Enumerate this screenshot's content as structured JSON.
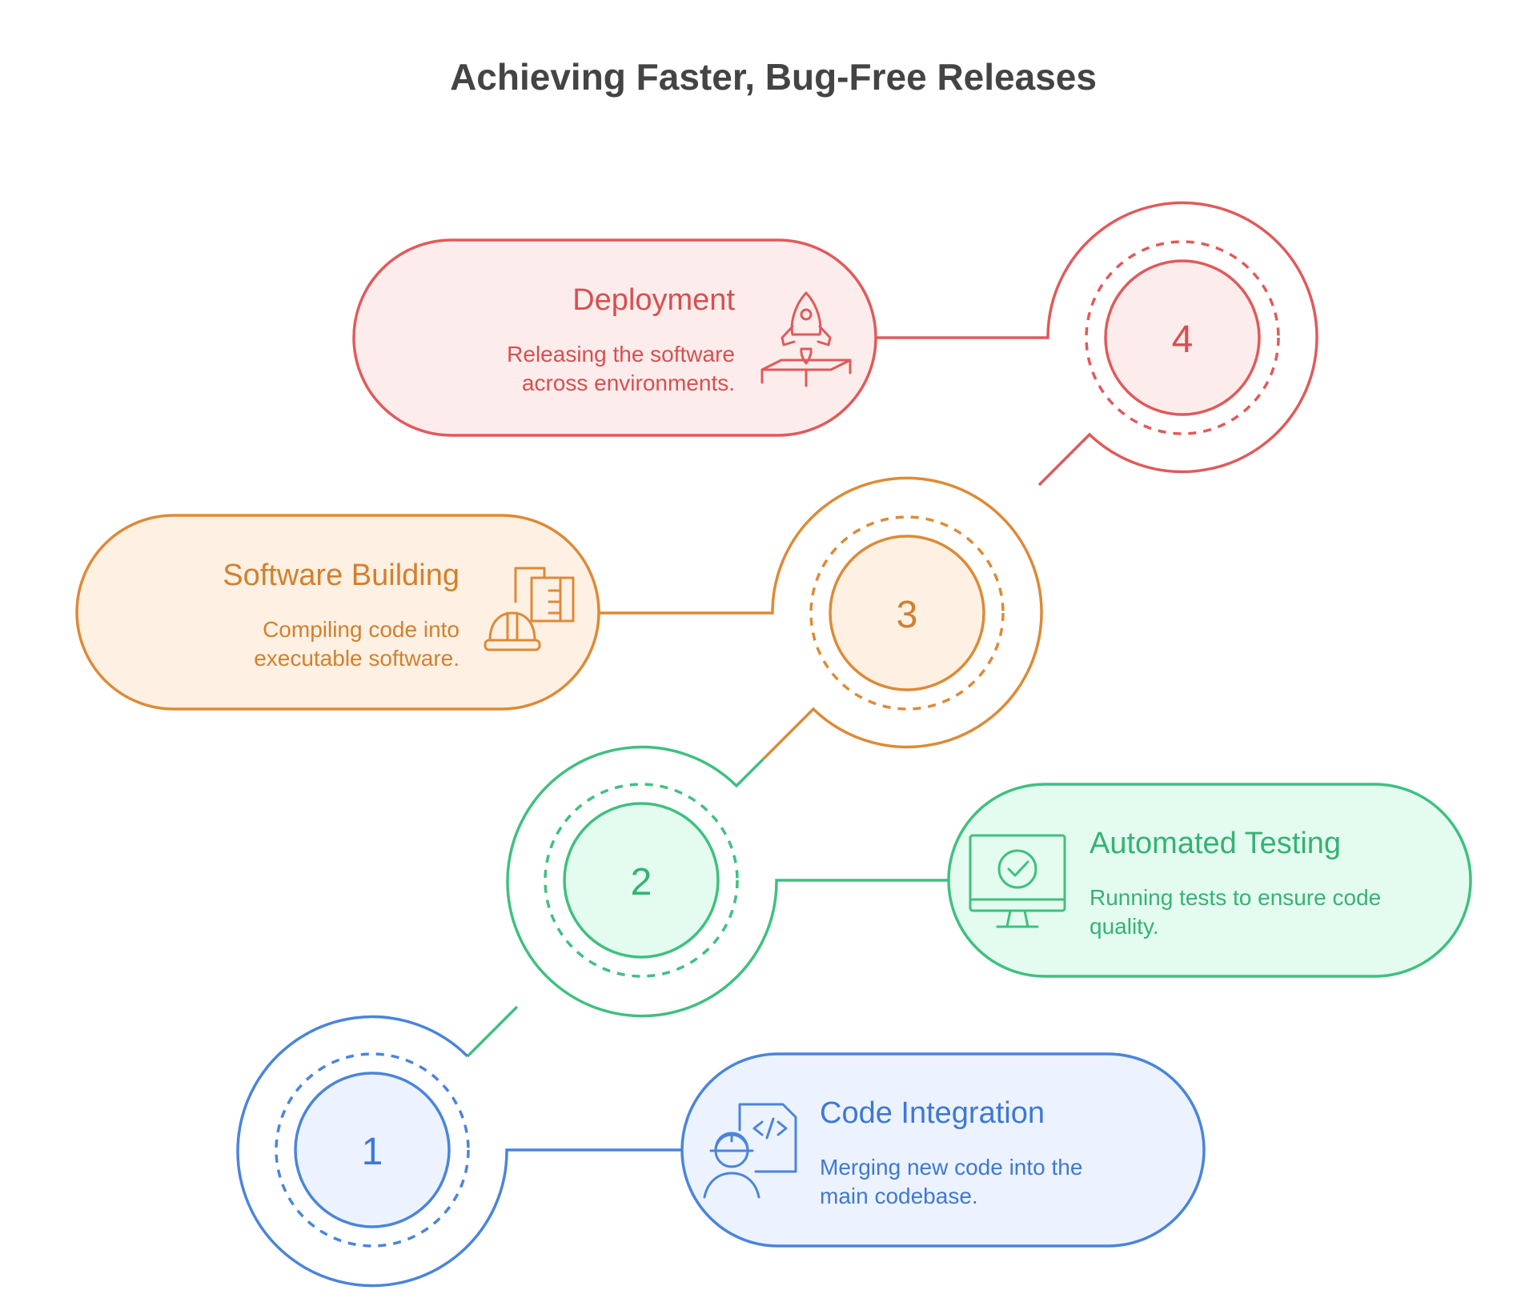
{
  "title": "Achieving Faster, Bug-Free Releases",
  "steps": [
    {
      "number": "1",
      "heading": "Code Integration",
      "desc_lines": [
        "Merging new code into the",
        "main codebase."
      ],
      "icon": "developer-code-icon",
      "colors": {
        "stroke": "#4a84dc",
        "fill": "#ecf3fe",
        "text": "#3f78d4"
      }
    },
    {
      "number": "2",
      "heading": "Automated Testing",
      "desc_lines": [
        "Running tests to ensure code",
        "quality."
      ],
      "icon": "monitor-check-icon",
      "colors": {
        "stroke": "#3fc07f",
        "fill": "#e4fbef",
        "text": "#34b374"
      }
    },
    {
      "number": "3",
      "heading": "Software Building",
      "desc_lines": [
        "Compiling code into",
        "executable software."
      ],
      "icon": "hardhat-building-icon",
      "colors": {
        "stroke": "#dd8a36",
        "fill": "#fef0e3",
        "text": "#d3802c"
      }
    },
    {
      "number": "4",
      "heading": "Deployment",
      "desc_lines": [
        "Releasing the software",
        "across environments."
      ],
      "icon": "rocket-launch-icon",
      "colors": {
        "stroke": "#e05a5a",
        "fill": "#fdecec",
        "text": "#d84f4f"
      }
    }
  ]
}
